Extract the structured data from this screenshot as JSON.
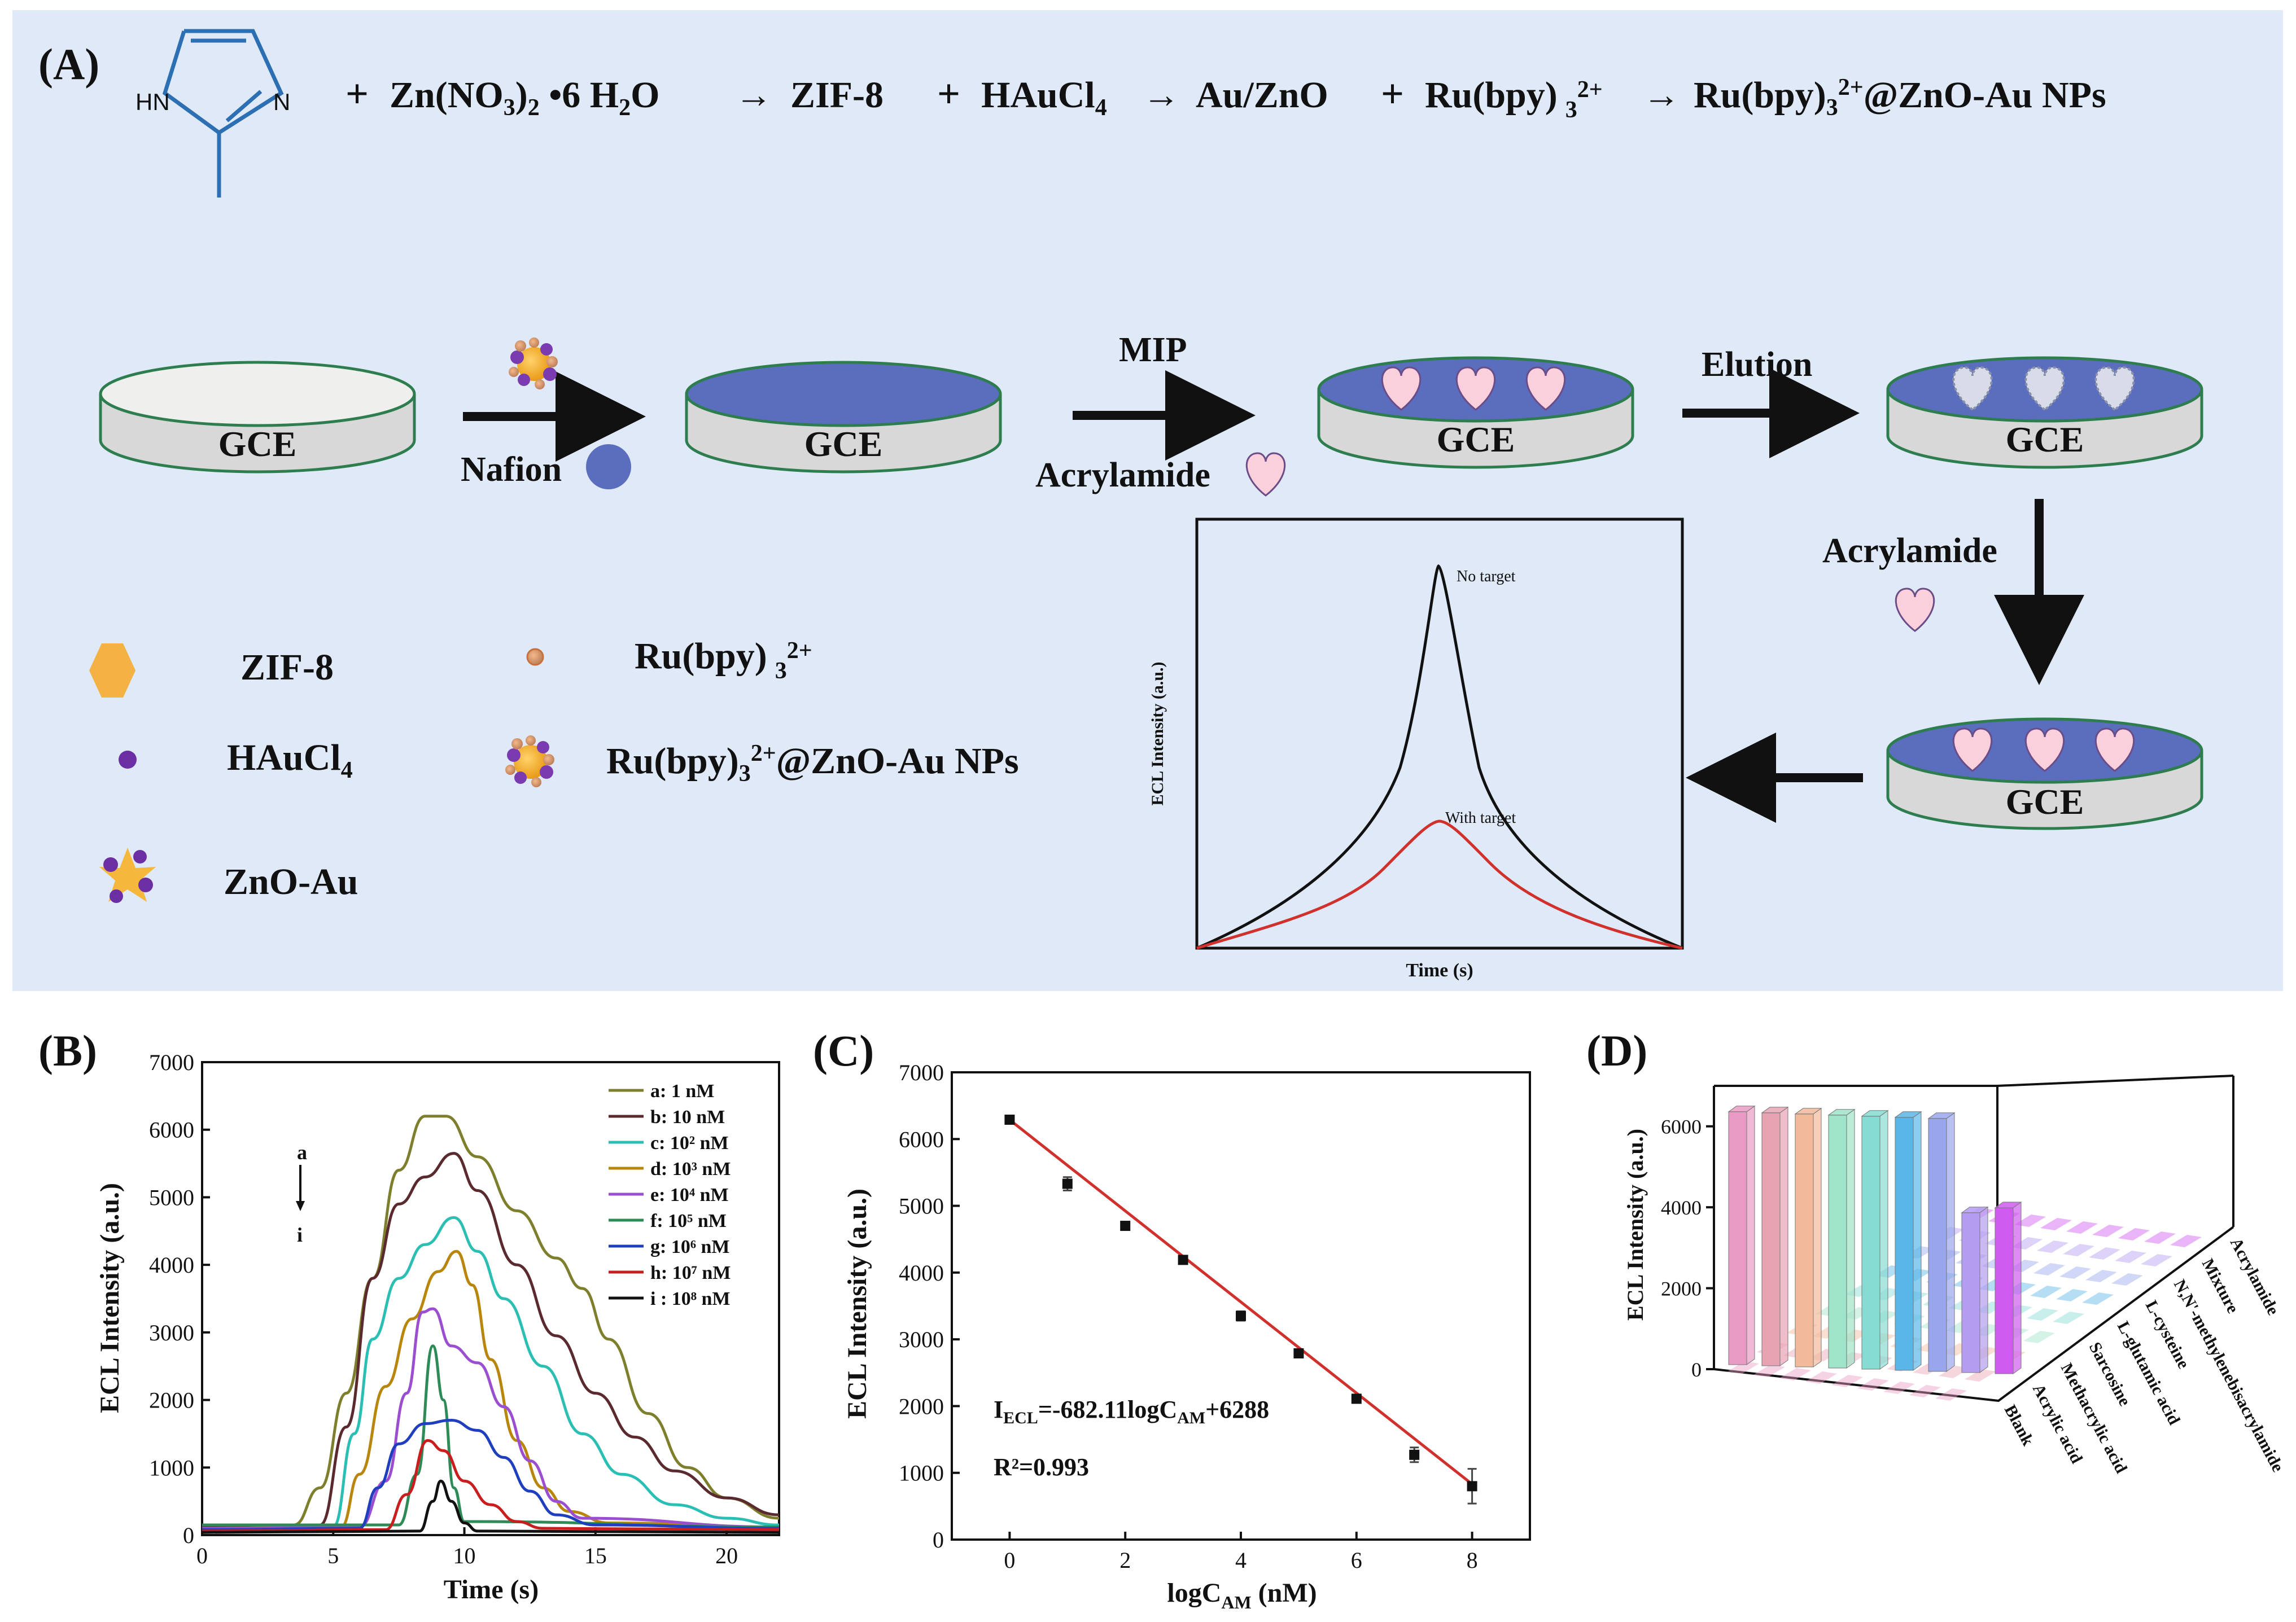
{
  "panel_labels": {
    "a": "(A)",
    "b": "(B)",
    "c": "(C)",
    "d": "(D)"
  },
  "synthesis": {
    "imidazole_hn": "HN",
    "imidazole_n": "N",
    "plus1": "+",
    "zinc_nitrate": {
      "main": "Zn(NO",
      "sub1": "3",
      "close": ")",
      "sub2": "2",
      "dot": " •6 H",
      "sub3": "2",
      "end": "O"
    },
    "arrow1": "→",
    "zif8": "ZIF-8",
    "plus2": "+",
    "haucl4": {
      "main": "HAuCl",
      "sub": "4"
    },
    "arrow2": "→",
    "au_zno": "Au/ZnO",
    "plus3": "+",
    "ru_complex": {
      "main": "Ru(bpy)",
      "sub": "3",
      "sup": "2+"
    },
    "arrow3": "→",
    "product": {
      "main": "Ru(bpy)",
      "sub": "3",
      "sup": "2+",
      "end": "@ZnO-Au NPs"
    }
  },
  "electrode": {
    "label": "GCE"
  },
  "steps": {
    "nafion": "Nafion",
    "mip": "MIP",
    "acrylamide": "Acrylamide",
    "elution": "Elution",
    "acrylamide2": "Acrylamide"
  },
  "legend": {
    "zif8": "ZIF-8",
    "haucl4_main": "HAuCl",
    "haucl4_sub": "4",
    "zno_au": "ZnO-Au",
    "ru_main": "Ru(bpy)",
    "ru_sub": "3",
    "ru_sup": "2+",
    "nps_main": "Ru(bpy)",
    "nps_sub": "3",
    "nps_sup": "2+",
    "nps_end": "@ZnO-Au NPs"
  },
  "inset": {
    "ylabel": "ECL Intensity (a.u.)",
    "xlabel": "Time (s)",
    "no_target": "No target",
    "with_target": "With target"
  },
  "colors": {
    "panel_bg": "#dfe9f7",
    "electrode_top": "#5b6dbd",
    "electrode_side": "#d8d8d8",
    "electrode_edge": "#2e7d4f",
    "heart": "#f9d0dc",
    "zif8": "#f4b144",
    "gold": "#f5b73c",
    "au_dot": "#6b2fa3"
  },
  "chart_data": [
    {
      "type": "line",
      "panel": "(B)",
      "xlabel": "Time (s)",
      "ylabel": "ECL Intensity (a.u.)",
      "xlim": [
        0,
        22
      ],
      "ylim": [
        0,
        7000
      ],
      "xticks": [
        "0",
        "5",
        "10",
        "15",
        "20"
      ],
      "yticks": [
        "0",
        "1000",
        "2000",
        "3000",
        "4000",
        "5000",
        "6000",
        "7000"
      ],
      "annotation": {
        "top": "a",
        "bottom": "i"
      },
      "legend_position": "top-right",
      "series": [
        {
          "name": "a: 1    nM",
          "color": "#7e7f2d",
          "points": [
            [
              0,
              150
            ],
            [
              3.5,
              150
            ],
            [
              4.5,
              700
            ],
            [
              5.5,
              2100
            ],
            [
              6.5,
              3800
            ],
            [
              7.5,
              5400
            ],
            [
              8.5,
              6200
            ],
            [
              9.3,
              6200
            ],
            [
              10.5,
              5600
            ],
            [
              12,
              4800
            ],
            [
              13.5,
              4100
            ],
            [
              14.5,
              3650
            ],
            [
              15.5,
              2900
            ],
            [
              17,
              1800
            ],
            [
              18.5,
              1000
            ],
            [
              20,
              550
            ],
            [
              22,
              250
            ]
          ]
        },
        {
          "name": "b: 10  nM",
          "color": "#5b2a2f",
          "points": [
            [
              0,
              120
            ],
            [
              4.5,
              150
            ],
            [
              5.5,
              1600
            ],
            [
              6.5,
              3800
            ],
            [
              7.5,
              4900
            ],
            [
              8.5,
              5300
            ],
            [
              9.6,
              5650
            ],
            [
              10.5,
              5100
            ],
            [
              12,
              4000
            ],
            [
              13.5,
              2950
            ],
            [
              15,
              2100
            ],
            [
              16.5,
              1450
            ],
            [
              18,
              950
            ],
            [
              20,
              550
            ],
            [
              22,
              300
            ]
          ]
        },
        {
          "name": "c: 10² nM",
          "color": "#2bbfb4",
          "points": [
            [
              0,
              100
            ],
            [
              5,
              120
            ],
            [
              5.8,
              1500
            ],
            [
              6.5,
              2900
            ],
            [
              7.5,
              3800
            ],
            [
              8.5,
              4300
            ],
            [
              9.6,
              4700
            ],
            [
              10.5,
              4200
            ],
            [
              11.5,
              3500
            ],
            [
              13,
              2500
            ],
            [
              14.5,
              1500
            ],
            [
              16,
              900
            ],
            [
              18,
              450
            ],
            [
              20,
              250
            ],
            [
              22,
              150
            ]
          ]
        },
        {
          "name": "d: 10³ nM",
          "color": "#b8860b",
          "points": [
            [
              0,
              100
            ],
            [
              5.3,
              120
            ],
            [
              6,
              900
            ],
            [
              7,
              2200
            ],
            [
              8,
              3200
            ],
            [
              9,
              3900
            ],
            [
              9.7,
              4200
            ],
            [
              10.3,
              3700
            ],
            [
              11,
              2600
            ],
            [
              12,
              1400
            ],
            [
              13,
              700
            ],
            [
              14,
              350
            ],
            [
              15.5,
              180
            ],
            [
              22,
              120
            ]
          ]
        },
        {
          "name": "e: 10⁴ nM",
          "color": "#9b4fd0",
          "points": [
            [
              0,
              100
            ],
            [
              6,
              120
            ],
            [
              7,
              800
            ],
            [
              7.8,
              2100
            ],
            [
              8.4,
              3300
            ],
            [
              8.8,
              3350
            ],
            [
              9.5,
              2800
            ],
            [
              10.5,
              2550
            ],
            [
              11.5,
              1900
            ],
            [
              12.5,
              1100
            ],
            [
              13.5,
              500
            ],
            [
              14.5,
              250
            ],
            [
              22,
              120
            ]
          ]
        },
        {
          "name": "f: 10⁵ nM",
          "color": "#2e8b57",
          "points": [
            [
              0,
              150
            ],
            [
              7.5,
              150
            ],
            [
              8.2,
              900
            ],
            [
              8.8,
              2800
            ],
            [
              9.2,
              2000
            ],
            [
              9.6,
              700
            ],
            [
              10,
              200
            ],
            [
              22,
              120
            ]
          ]
        },
        {
          "name": "g: 10⁶ nM",
          "color": "#1f3fbf",
          "points": [
            [
              0,
              80
            ],
            [
              6,
              100
            ],
            [
              6.7,
              700
            ],
            [
              7.5,
              1350
            ],
            [
              8.5,
              1650
            ],
            [
              9.5,
              1700
            ],
            [
              10.5,
              1550
            ],
            [
              11.5,
              1150
            ],
            [
              12.5,
              650
            ],
            [
              13.5,
              300
            ],
            [
              15,
              150
            ],
            [
              22,
              100
            ]
          ]
        },
        {
          "name": "h: 10⁷ nM",
          "color": "#c81e1e",
          "points": [
            [
              0,
              60
            ],
            [
              7,
              80
            ],
            [
              7.8,
              600
            ],
            [
              8.6,
              1400
            ],
            [
              9.2,
              1250
            ],
            [
              10,
              800
            ],
            [
              11,
              450
            ],
            [
              12,
              200
            ],
            [
              13,
              100
            ],
            [
              22,
              80
            ]
          ]
        },
        {
          "name": "i : 10⁸ nM",
          "color": "#111111",
          "points": [
            [
              0,
              40
            ],
            [
              8.3,
              60
            ],
            [
              8.8,
              500
            ],
            [
              9.1,
              800
            ],
            [
              9.5,
              500
            ],
            [
              10,
              180
            ],
            [
              10.5,
              60
            ],
            [
              22,
              40
            ]
          ]
        }
      ]
    },
    {
      "type": "scatter",
      "panel": "(C)",
      "xlabel": {
        "main": "logC",
        "sub": "AM",
        "end": " (nM)"
      },
      "ylabel": "ECL Intensity (a.u.)",
      "xlim": [
        -1,
        9
      ],
      "ylim": [
        0,
        7000
      ],
      "xticks": [
        "0",
        "2",
        "4",
        "6",
        "8"
      ],
      "yticks": [
        "0",
        "1000",
        "2000",
        "3000",
        "4000",
        "5000",
        "6000",
        "7000"
      ],
      "x": [
        0,
        1,
        2,
        3,
        4,
        5,
        6,
        7,
        8
      ],
      "y": [
        6290,
        5330,
        4700,
        4190,
        3350,
        2790,
        2110,
        1270,
        800
      ],
      "error": [
        60,
        100,
        60,
        60,
        70,
        60,
        60,
        110,
        260
      ],
      "fit": {
        "slope": -682.11,
        "intercept": 6288,
        "color": "#d0312d"
      },
      "equation": {
        "i": "I",
        "i_sub": "ECL",
        "mid": "=-682.11logC",
        "c_sub": "AM",
        "end": "+6288"
      },
      "r2": "R²=0.993"
    },
    {
      "type": "bar",
      "panel": "(D)",
      "ylabel": "ECL Intensity (a.u.)",
      "ylim": [
        0,
        7000
      ],
      "yticks": [
        "0",
        "2000",
        "4000",
        "6000"
      ],
      "categories": [
        "Blank",
        "Acrylic acid",
        "Methacrylic acid",
        "Sarcosine",
        "L-glutamic acid",
        "L-cysteine",
        "N,N'-methylenebisacrylamide",
        "Mixture",
        "Acrylamide"
      ],
      "values": [
        6250,
        6250,
        6250,
        6250,
        6250,
        6250,
        6250,
        3950,
        4100
      ],
      "bar_colors": [
        "#e99bc4",
        "#e8a3b3",
        "#f2b99b",
        "#9fe3c8",
        "#86dcd2",
        "#5ab6e8",
        "#9aa6ec",
        "#b49cf0",
        "#cf5bf0"
      ]
    }
  ]
}
